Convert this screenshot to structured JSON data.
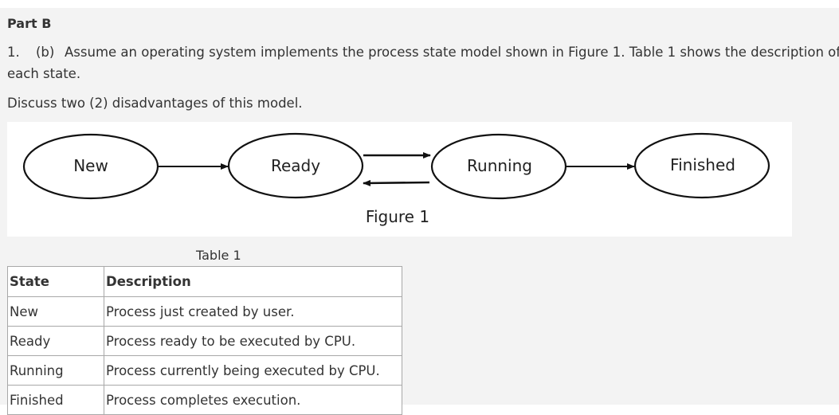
{
  "part_title": "Part B",
  "question": {
    "number": "1.",
    "sub": "(b)",
    "text_line1": "Assume an operating system implements the process state model shown in Figure 1. Table 1 shows the description of",
    "text_line2": "each state.",
    "discuss": "Discuss two (2) disadvantages of this model."
  },
  "figure": {
    "caption": "Figure 1",
    "states": [
      "New",
      "Ready",
      "Running",
      "Finished"
    ]
  },
  "table": {
    "caption": "Table 1",
    "headers": [
      "State",
      "Description"
    ],
    "rows": [
      {
        "state": "New",
        "description": "Process just created by user."
      },
      {
        "state": "Ready",
        "description": "Process ready to be executed by CPU."
      },
      {
        "state": "Running",
        "description": "Process currently being executed by CPU."
      },
      {
        "state": "Finished",
        "description": "Process completes execution."
      }
    ]
  }
}
